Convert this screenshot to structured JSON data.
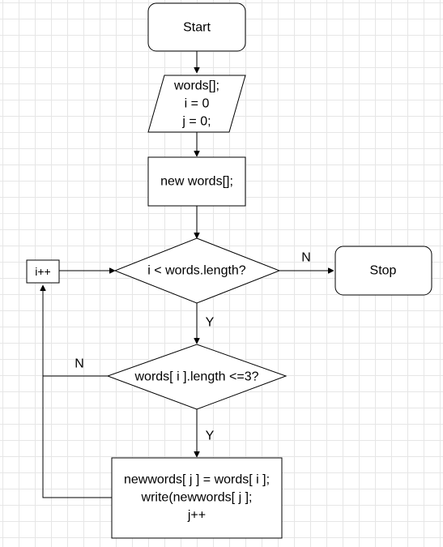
{
  "nodes": {
    "start": {
      "text": "Start"
    },
    "input": {
      "lines": [
        "words[];",
        "i = 0",
        "j = 0;"
      ]
    },
    "init": {
      "text": "new words[];"
    },
    "loop_condition": {
      "text": "i < words.length?"
    },
    "stop": {
      "text": "Stop"
    },
    "increment": {
      "text": "i++"
    },
    "length_check": {
      "text": "words[ i ].length <=3?"
    },
    "write_block": {
      "lines": [
        "newwords[ j ] = words[ i ];",
        "write(newwords[ j ];",
        "j++"
      ]
    }
  },
  "edge_labels": {
    "loop_no": "N",
    "loop_yes": "Y",
    "length_no": "N",
    "length_yes": "Y"
  }
}
